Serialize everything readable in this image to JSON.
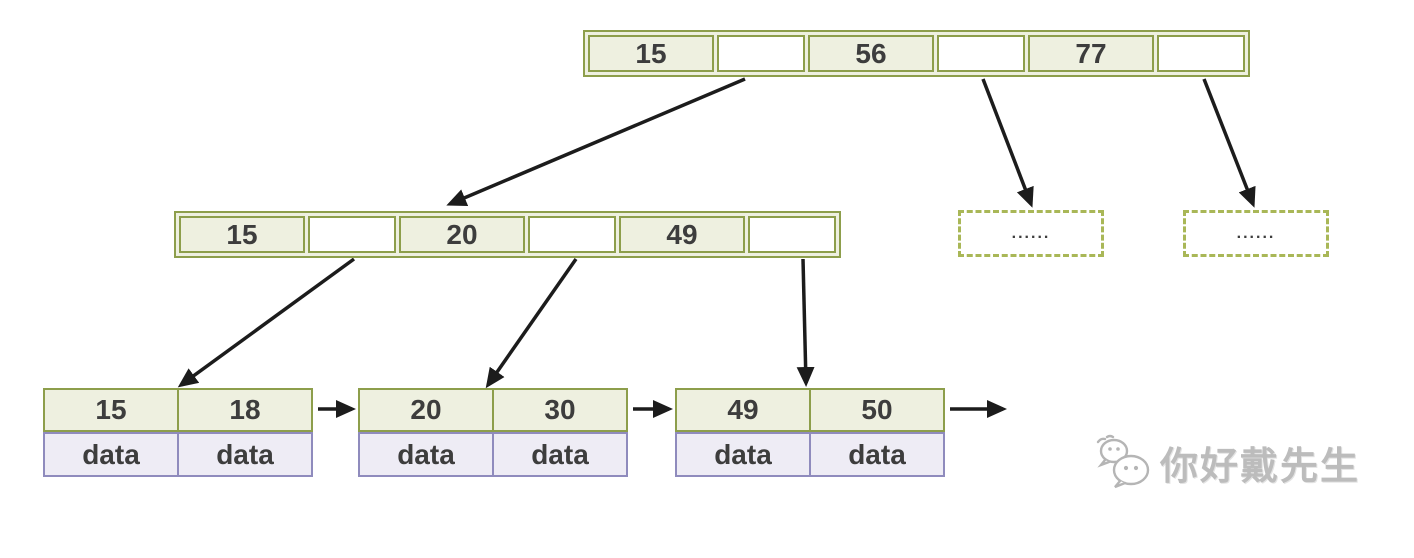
{
  "diagram_type": "b-plus-tree-index-structure",
  "tree": {
    "root_node": {
      "cells": [
        "15",
        "",
        "56",
        "",
        "77",
        ""
      ]
    },
    "internal_node": {
      "cells": [
        "15",
        "",
        "20",
        "",
        "49",
        ""
      ]
    },
    "dashed_nodes": [
      {
        "label": "......"
      },
      {
        "label": "......"
      }
    ],
    "leaf_nodes": [
      {
        "keys": [
          "15",
          "18"
        ],
        "data": [
          "data",
          "data"
        ]
      },
      {
        "keys": [
          "20",
          "30"
        ],
        "data": [
          "data",
          "data"
        ]
      },
      {
        "keys": [
          "49",
          "50"
        ],
        "data": [
          "data",
          "data"
        ]
      }
    ]
  },
  "watermark": {
    "text": "你好戴先生"
  },
  "colors": {
    "node_border": "#8d9e4b",
    "node_fill": "#eef0e0",
    "pointer_fill": "#ffffff",
    "data_border": "#8f8bbd",
    "data_fill": "#eeecf5",
    "dashed_border": "#a9b757",
    "arrow": "#1c1c1c",
    "text": "#3d3d3d",
    "watermark_text": "#bcbcbc"
  }
}
